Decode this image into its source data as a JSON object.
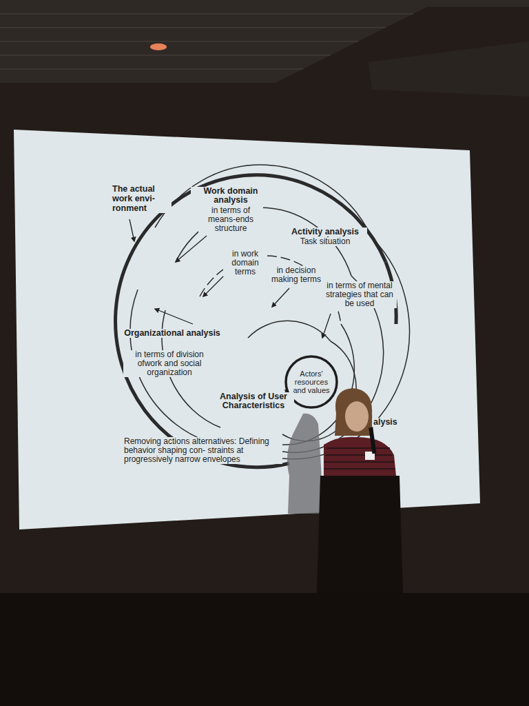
{
  "diagram": {
    "nodes": [
      {
        "text": [
          "The actual work envi- ronment"
        ]
      },
      {
        "text": [
          "Actors' resources and values"
        ],
        "in": 0
      }
    ],
    "labels": [
      "Work domain analysis",
      "in terms of means-ends structure",
      "Activity analysis",
      "Task situation",
      "in work domain terms",
      "in decision making terms",
      "in terms of mental strategies that can be used",
      "Organizational analysis",
      "in terms of division ofwork and social organization",
      "Analysis of User Characteristics",
      "Removing actions alternatives: Defining behavior shaping con- straints at progressively narrow envelopes",
      "alysis"
    ]
  }
}
